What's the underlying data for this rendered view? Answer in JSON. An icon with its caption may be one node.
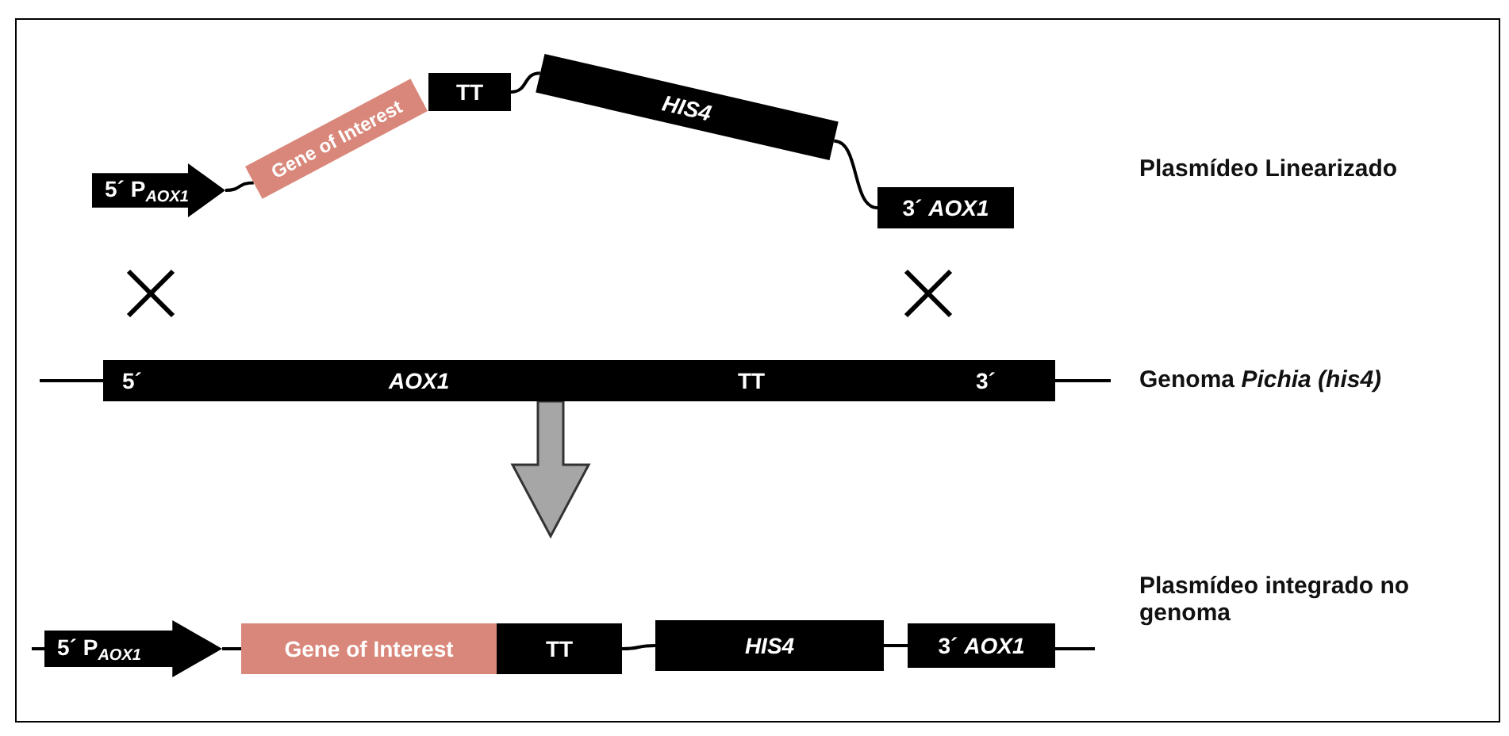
{
  "diagram": {
    "nodes": [
      {
        "text": [
          "5´ P$_{AOX1}$"
        ]
      },
      {
        "text": [
          "Gene of Interest"
        ]
      },
      {
        "text": [
          "TT"
        ]
      },
      {
        "text": [
          "HIS4"
        ]
      },
      {
        "text": [
          "3´ *AOX1*"
        ]
      },
      {
        "text": [
          "5´",
          "AOX1",
          "TT",
          "3´"
        ]
      },
      {
        "text": [
          "5´ P$_{AOX1}$"
        ]
      },
      {
        "text": [
          "Gene of Interest"
        ]
      },
      {
        "text": [
          "TT"
        ]
      },
      {
        "text": [
          "HIS4"
        ]
      },
      {
        "text": [
          "3´ *AOX1*"
        ]
      }
    ],
    "edges": [
      {
        "from": 0,
        "to": 1,
        "arrow": "none"
      },
      {
        "from": 2,
        "to": 3,
        "arrow": "none"
      },
      {
        "from": 3,
        "to": 4,
        "arrow": "none"
      },
      {
        "from": 5,
        "to": null,
        "arrow": "to",
        "style": "thick",
        "color": "#a6a6a6"
      },
      {
        "from": 6,
        "to": 7,
        "arrow": "none"
      },
      {
        "from": 8,
        "to": 9,
        "arrow": "none"
      },
      {
        "from": 9,
        "to": 10,
        "arrow": "none"
      }
    ],
    "labels": [
      "Plasmídeo Linearizado",
      "Genoma *Pichia (his4)*",
      "Plasmídeo integrado no genoma"
    ]
  }
}
